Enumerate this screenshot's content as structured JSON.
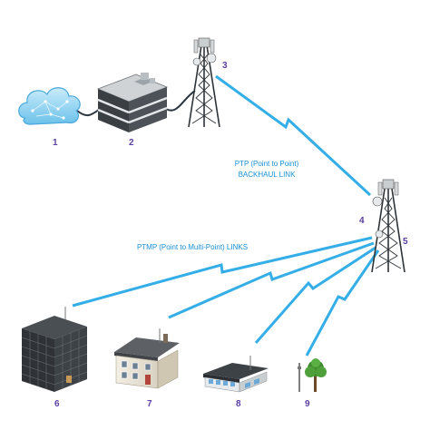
{
  "labels": {
    "ptp_line1": "PTP (Point to Point)",
    "ptp_line2": "BACKHAUL LINK",
    "ptmp": "PTMP (Point to Multi-Point) LINKS"
  },
  "nodes": {
    "n1": "1",
    "n2": "2",
    "n3": "3",
    "n4": "4",
    "n5": "5",
    "n6": "6",
    "n7": "7",
    "n8": "8",
    "n9": "9"
  },
  "colors": {
    "link": "#35aee8",
    "label_text": "#1a8fd6",
    "number_text": "#5a3fa0",
    "cloud": "#8fd0f0"
  }
}
